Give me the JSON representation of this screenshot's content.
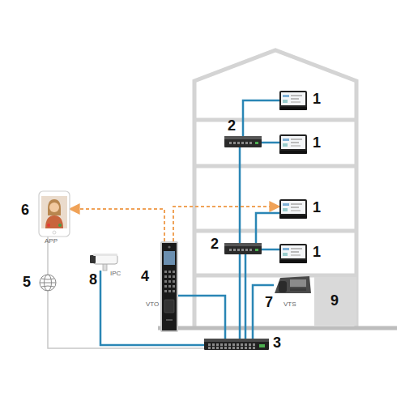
{
  "diagram": {
    "nodes": [
      {
        "text": [
          "1"
        ]
      },
      {
        "text": [
          "2"
        ]
      },
      {
        "text": [
          "1"
        ]
      },
      {
        "text": [
          "6",
          "APP"
        ]
      },
      {
        "text": [
          "1"
        ]
      },
      {
        "text": [
          "2"
        ]
      },
      {
        "text": [
          "1"
        ]
      },
      {
        "text": [
          "8",
          "IPC"
        ]
      },
      {
        "text": [
          "4",
          "VTO"
        ]
      },
      {
        "text": [
          "5"
        ]
      },
      {
        "text": [
          "7",
          "VTS"
        ]
      },
      {
        "text": [
          "9"
        ]
      },
      {
        "text": [
          "3"
        ]
      }
    ],
    "edges": [
      {
        "from": 1,
        "to": 0,
        "arrow": "none"
      },
      {
        "from": 1,
        "to": 2,
        "arrow": "none"
      },
      {
        "from": 1,
        "to": 12,
        "arrow": "none"
      },
      {
        "from": 5,
        "to": 4,
        "arrow": "none"
      },
      {
        "from": 5,
        "to": 6,
        "arrow": "none"
      },
      {
        "from": 5,
        "to": 12,
        "arrow": "none"
      },
      {
        "from": 7,
        "to": 12,
        "arrow": "none"
      },
      {
        "from": 8,
        "to": 12,
        "arrow": "none"
      },
      {
        "from": 9,
        "to": 12,
        "arrow": "none"
      },
      {
        "from": 3,
        "to": 9,
        "arrow": "none"
      },
      {
        "from": 10,
        "to": 12,
        "arrow": "none"
      },
      {
        "from": 8,
        "to": 3,
        "arrow": "to"
      },
      {
        "from": 8,
        "to": 4,
        "arrow": "to"
      }
    ]
  }
}
